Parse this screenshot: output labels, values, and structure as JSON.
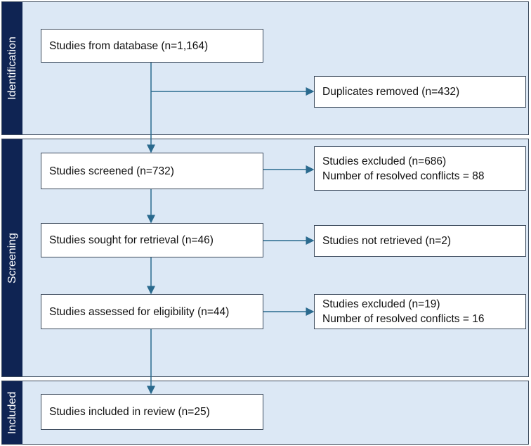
{
  "sections": {
    "identification": "Identification",
    "screening": "Screening",
    "included": "Included"
  },
  "boxes": {
    "database": "Studies from database (n=1,164)",
    "duplicates": "Duplicates removed (n=432)",
    "screened": "Studies screened (n=732)",
    "excluded1_line1": "Studies excluded (n=686)",
    "excluded1_line2": "Number of resolved conflicts = 88",
    "sought": "Studies sought for retrieval (n=46)",
    "not_retrieved": "Studies not retrieved (n=2)",
    "assessed": "Studies assessed for eligibility (n=44)",
    "excluded2_line1": "Studies excluded (n=19)",
    "excluded2_line2": "Number of resolved conflicts = 16",
    "included": "Studies included in review (n=25)"
  },
  "colors": {
    "panel": "#dce8f5",
    "sidebar": "#0f2453",
    "arrow": "#2a6a8e"
  }
}
